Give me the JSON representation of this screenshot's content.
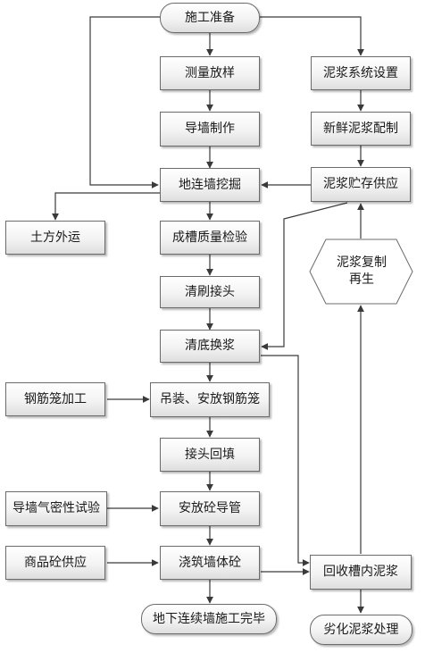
{
  "nodes": {
    "start": "施工准备",
    "survey": "测量放样",
    "guide_wall": "导墙制作",
    "excavation": "地连墙挖掘",
    "earth_transport": "土方外运",
    "trench_check": "成槽质量检验",
    "joint_clean": "清刷接头",
    "bottom_clean": "清底换浆",
    "rebar_process": "钢筋笼加工",
    "rebar_hoist": "吊装、安放钢筋笼",
    "joint_backfill": "接头回填",
    "airtight_test": "导墙气密性试验",
    "tremie_install": "安放砼导管",
    "concrete_supply": "商品砼供应",
    "pour": "浇筑墙体砼",
    "finish": "地下连续墙施工完毕",
    "slurry_setup": "泥浆系统设置",
    "fresh_slurry": "新鲜泥浆配制",
    "slurry_storage": "泥浆贮存供应",
    "slurry_regen": "泥浆复制\n再生",
    "slurry_recover": "回收槽内泥浆",
    "bad_slurry": "劣化泥浆处理"
  }
}
